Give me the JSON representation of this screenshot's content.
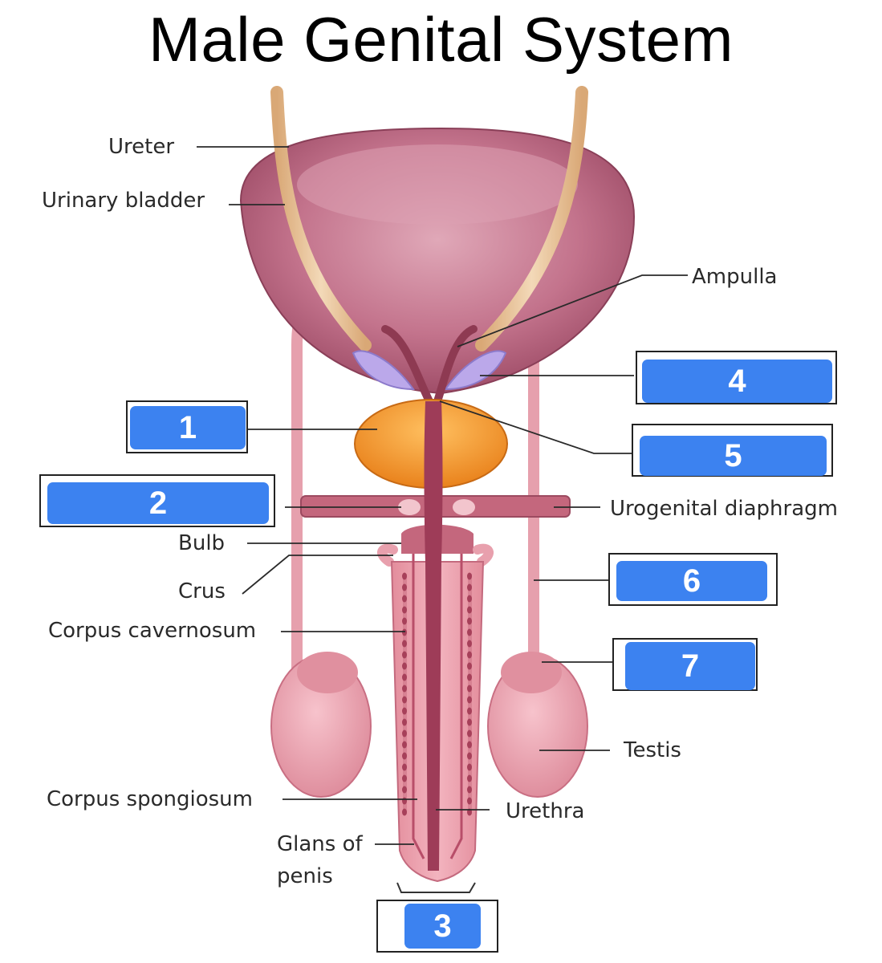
{
  "title": "Male Genital System",
  "labels": {
    "ureter": "Ureter",
    "urinary_bladder": "Urinary bladder",
    "ampulla": "Ampulla",
    "urogenital_diaphragm": "Urogenital diaphragm",
    "bulb": "Bulb",
    "crus": "Crus",
    "corpus_cavernosum": "Corpus cavernosum",
    "testis": "Testis",
    "corpus_spongiosum": "Corpus spongiosum",
    "urethra": "Urethra",
    "glans_of_penis": "Glans of\npenis"
  },
  "answer_boxes": [
    "1",
    "2",
    "3",
    "4",
    "5",
    "6",
    "7"
  ],
  "colors": {
    "label_box": "#3c82f0",
    "bladder": "#b05a76",
    "prostate": "#f39a2a",
    "seminal_vesicle": "#b8a8e6",
    "tissue": "#e89aa8",
    "ureter": "#e8c49a"
  }
}
